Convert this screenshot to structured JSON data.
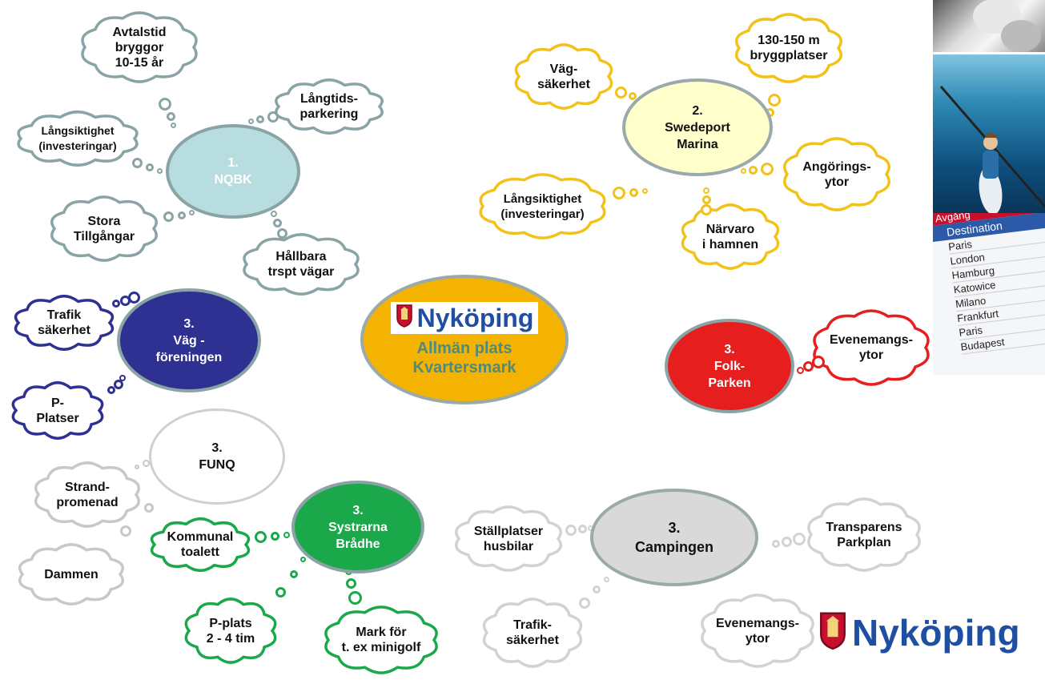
{
  "center": {
    "logo_text": "Nyköping",
    "line1": "Allmän plats",
    "line2": "Kvartersmark"
  },
  "nqbk": {
    "label": "1.\nNQBK",
    "clouds": [
      "Avtalstid\nbryggor\n10-15 år",
      "Långsiktighet\n(investeringar)",
      "Stora\nTillgångar",
      "Långtids-\nparkering",
      "Hållbara\ntrspt vägar"
    ]
  },
  "swedeport": {
    "label": "2.\nSwedeport\nMarina",
    "clouds": [
      "Väg-\nsäkerhet",
      "130-150 m\nbryggplatser",
      "Angörings-\nytor",
      "Närvaro\ni hamnen",
      "Långsiktighet\n(investeringar)"
    ]
  },
  "vag": {
    "label": "3.\nVäg -\nföreningen",
    "clouds": [
      "Trafik\nsäkerhet",
      "P-\nPlatser"
    ]
  },
  "folk": {
    "label": "3.\nFolk-\nParken",
    "clouds": [
      "Evenemangs-\nytor"
    ]
  },
  "funq": {
    "label": "3.\nFUNQ",
    "clouds": [
      "Strand-\npromenad",
      "Dammen"
    ]
  },
  "systrarna": {
    "label": "3.\nSystrarna\nBrådhe",
    "clouds": [
      "Kommunal\ntoalett",
      "P-plats\n2 - 4 tim",
      "Mark för\nt. ex minigolf"
    ]
  },
  "camping": {
    "label": "3.\nCampingen",
    "clouds": [
      "Ställplatser\nhusbilar",
      "Transparens\nParkplan",
      "Trafik-\nsäkerhet",
      "Evenemangs-\nytor"
    ]
  },
  "bottom_logo": {
    "text": "Nyköping"
  },
  "departure_board": {
    "header": "Avgång",
    "column": "Destination",
    "rows": [
      "Paris",
      "London",
      "Hamburg",
      "Katowice",
      "Milano",
      "Frankfurt",
      "Paris",
      "Budapest"
    ]
  },
  "colors": {
    "nqbk_fill": "#b7dde0",
    "nqbk_edge": "#8aa3a5",
    "swedeport_fill": "#ffffcc",
    "swedeport_edge": "#9aaaaa",
    "yellow_cloud": "#f2c21b",
    "vag_fill": "#2e3192",
    "folk_fill": "#e61e1e",
    "folk_cloud": "#e61e1e",
    "systrarna_fill": "#1aa84a",
    "green_cloud": "#1aa84a",
    "camping_fill": "#d9d9d9",
    "grey_cloud": "#c8c8c8",
    "center_fill": "#f5b301",
    "center_text": "#4f8a7e",
    "logo_blue": "#1f4fa3"
  }
}
